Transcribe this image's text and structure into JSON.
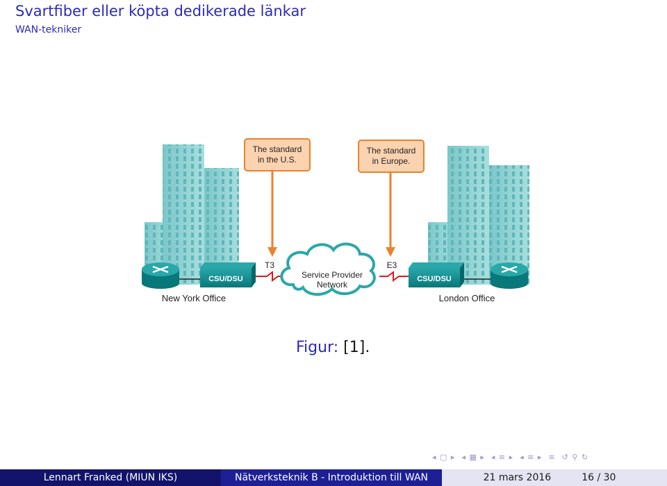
{
  "slide": {
    "title": "Svartfiber eller köpta dedikerade länkar",
    "subtitle": "WAN-tekniker"
  },
  "figure": {
    "callout_us": [
      "The standard",
      "in the U.S."
    ],
    "callout_eu": [
      "The standard",
      "in Europe."
    ],
    "link_left": "T3",
    "link_right": "E3",
    "cloud": [
      "Service Provider",
      "Network"
    ],
    "device_left": "CSU/DSU",
    "device_right": "CSU/DSU",
    "office_left": "New York Office",
    "office_right": "London Office"
  },
  "caption": {
    "label": "Figur:",
    "ref": "[1]."
  },
  "footer": {
    "author": "Lennart Franked  (MIUN IKS)",
    "course": "Nätverksteknik B - Introduktion till WAN",
    "date": "21 mars 2016",
    "page": "16 / 30"
  },
  "colors": {
    "title": "#2b2bb8",
    "building": "#8fd0d2",
    "device": "#0f8a8c",
    "callout_fill": "#fbd3b0",
    "callout_border": "#e8822e",
    "link": "#e0161c"
  }
}
